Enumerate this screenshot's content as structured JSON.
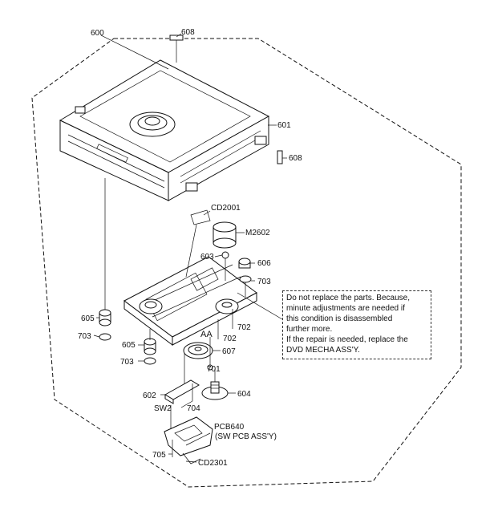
{
  "labels": {
    "assembly": "600",
    "cover_screw_top": "608",
    "cover": "601",
    "cover_screw_side": "608",
    "cable_top": "CD2001",
    "motor": "M2602",
    "screw_603": "603",
    "damper_right": "606",
    "washer_right": "703",
    "damper_left": "605",
    "washer_left": "703",
    "screw_702a": "702",
    "screw_702b": "702",
    "label_aa": "AA",
    "gear_607": "607",
    "damper_605b": "605",
    "washer_703b": "703",
    "screw_701": "701",
    "gear_604": "604",
    "switch_602": "602",
    "screw_704": "704",
    "switch_sw2": "SW2",
    "pcb_ref": "PCB640",
    "pcb_name": "(SW PCB ASS'Y)",
    "screw_705": "705",
    "cable_bottom": "CD2301"
  },
  "note": {
    "line1": "Do not replace the parts. Because,",
    "line2": "minute adjustments are needed if",
    "line3": "this condition is disassembled",
    "line4": "further more.",
    "line5": "If the repair is needed, replace the",
    "line6": "DVD MECHA ASS'Y."
  }
}
